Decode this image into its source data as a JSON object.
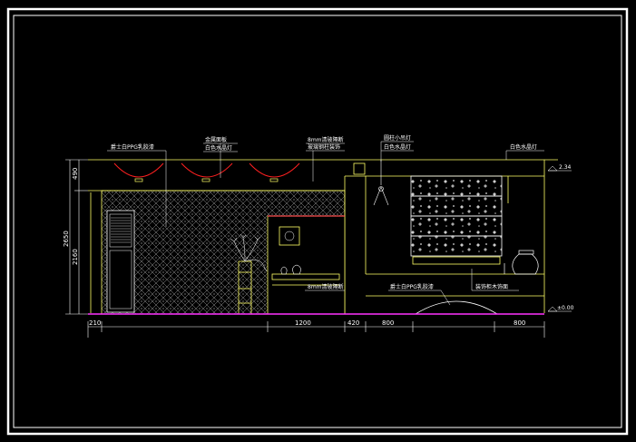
{
  "colors": {
    "background": "#000000",
    "frame": "#ffffff",
    "wall_line": "#ffff66",
    "annotation": "#ffffff",
    "light_arc": "#ff2020",
    "floor_line": "#ff33ff",
    "counter_line": "#ff5050",
    "pattern": "#bbbbbb"
  },
  "annotations": {
    "top_1": "爵士白PPG乳胶漆",
    "top_2a": "金属面板",
    "top_2b": "白色水晶灯",
    "top_3a": "8mm清玻隔断",
    "top_3b": "玻璃钢柱装饰",
    "top_4a": "圆柱小吊灯",
    "top_4b": "白色水晶灯",
    "top_5": "白色水晶灯",
    "ceiling_level": "2.34",
    "glass_note": "8mm清玻隔断",
    "bottom_paint": "爵士白PPG乳胶漆",
    "bottom_cabinet": "装饰柜木饰面",
    "floor_level": "±0.00"
  },
  "dimensions": {
    "h_top": "490",
    "h_mid": "2160",
    "h_total": "2650",
    "w_1": "210",
    "w_2": "1200",
    "w_3": "420",
    "w_4": "800",
    "w_5": "800"
  }
}
